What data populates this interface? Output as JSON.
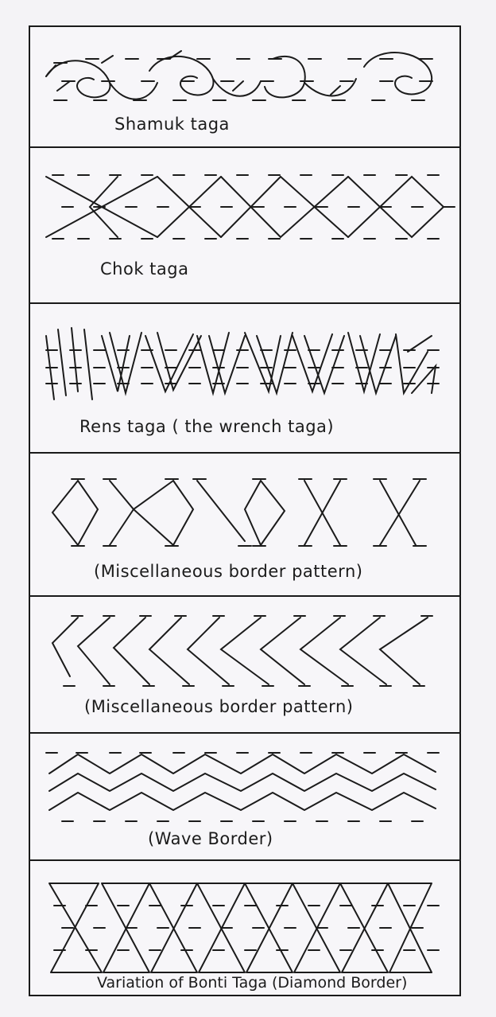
{
  "patterns": [
    {
      "id": "shamuk",
      "caption": "Shamuk taga",
      "motif": "spiral-wave"
    },
    {
      "id": "chok",
      "caption": "Chok taga",
      "motif": "cross-diamond"
    },
    {
      "id": "rens",
      "caption": "Rens taga ( the wrench taga)",
      "motif": "wrench-chevron"
    },
    {
      "id": "misc1",
      "caption": "(Miscellaneous border pattern)",
      "motif": "open-diamond"
    },
    {
      "id": "misc2",
      "caption": "(Miscellaneous border pattern)",
      "motif": "arrowhead"
    },
    {
      "id": "wave",
      "caption": "(Wave Border)",
      "motif": "zigzag-wave"
    },
    {
      "id": "bonti",
      "caption": "Variation of Bonti Taga (Diamond Border)",
      "motif": "hourglass-diamond"
    }
  ],
  "colors": {
    "ink": "#1b1b1b",
    "paper": "#f7f6f9",
    "guide": "#d8d7dc"
  }
}
